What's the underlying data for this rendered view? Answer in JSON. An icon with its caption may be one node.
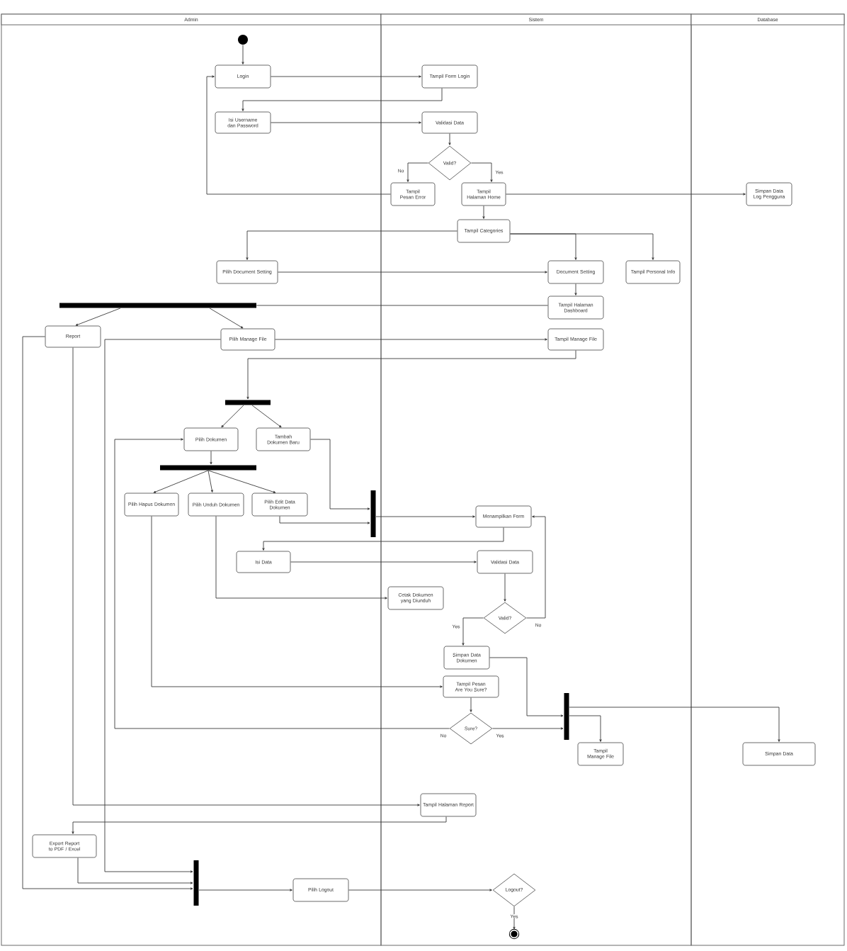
{
  "diagram": {
    "nodes": [
      {
        "text": [
          "Admin"
        ]
      },
      {
        "text": [
          "Sistem"
        ]
      },
      {
        "text": [
          "Database"
        ]
      },
      {
        "text": [],
        "shape": "circle",
        "in": 0
      },
      {
        "text": [
          "Login"
        ],
        "in": 0
      },
      {
        "text": [
          "Tampil Form Login"
        ],
        "in": 1
      },
      {
        "text": [
          "Isi Username dan Password"
        ],
        "in": 0
      },
      {
        "text": [
          "Validasi Data"
        ],
        "in": 1
      },
      {
        "text": [
          "Valid?"
        ],
        "in": 1
      },
      {
        "text": [
          "Tampil Pesan Error"
        ],
        "in": 1
      },
      {
        "text": [
          "Tampil Halaman Home"
        ],
        "in": 1
      },
      {
        "text": [
          "Simpan Data Log Pengguna"
        ],
        "in": 2
      },
      {
        "text": [
          "Tampil Categories"
        ],
        "in": 1
      },
      {
        "text": [
          "Pilih Document Setting"
        ],
        "in": 0
      },
      {
        "text": [
          "Document Setting"
        ],
        "in": 1
      },
      {
        "text": [
          "Tampil Personal Info"
        ],
        "in": 1
      },
      {
        "text": [],
        "shape": "bar",
        "in": 0
      },
      {
        "text": [
          "Tampil Halaman Dashboard"
        ],
        "in": 1
      },
      {
        "text": [
          "Report"
        ],
        "in": 0
      },
      {
        "text": [
          "Pilih Manage File"
        ],
        "in": 0
      },
      {
        "text": [
          "Tampil Manage File"
        ],
        "in": 1
      },
      {
        "text": [],
        "shape": "bar",
        "in": 0
      },
      {
        "text": [
          "Pilih Dokumen"
        ],
        "in": 0
      },
      {
        "text": [
          "Tambah Dokumen Baru"
        ],
        "in": 0
      },
      {
        "text": [],
        "shape": "bar",
        "in": 0
      },
      {
        "text": [
          "Pilih Hapus Dokumen"
        ],
        "in": 0
      },
      {
        "text": [
          "Pilih Unduh Dokumen"
        ],
        "in": 0
      },
      {
        "text": [
          "Pilih Edit Data Dokumen"
        ],
        "in": 0
      },
      {
        "text": [],
        "shape": "bar",
        "in": 0
      },
      {
        "text": [
          "Menampilkan Form"
        ],
        "in": 1
      },
      {
        "text": [
          "Isi Data"
        ],
        "in": 0
      },
      {
        "text": [
          "Validasi Data"
        ],
        "in": 1
      },
      {
        "text": [
          "Cetak Dokumen yang Diunduh"
        ],
        "in": 1
      },
      {
        "text": [
          "Valid?"
        ],
        "in": 1
      },
      {
        "text": [
          "Simpan Data Dokumen"
        ],
        "in": 1
      },
      {
        "text": [
          "Tampil Pesan Are You Sure?"
        ],
        "in": 1
      },
      {
        "text": [],
        "shape": "bar",
        "in": 1
      },
      {
        "text": [
          "Sure?"
        ],
        "in": 1
      },
      {
        "text": [
          "Tampil Manage File"
        ],
        "in": 1
      },
      {
        "text": [
          "Simpan Data"
        ],
        "in": 2
      },
      {
        "text": [
          "Tampil Halaman Report"
        ],
        "in": 1
      },
      {
        "text": [
          "Export Report to PDF / Excel"
        ],
        "in": 0
      },
      {
        "text": [],
        "shape": "bar",
        "in": 0
      },
      {
        "text": [
          "Pilih Logout"
        ],
        "in": 0
      },
      {
        "text": [
          "Logout?"
        ],
        "in": 1
      },
      {
        "text": [],
        "shape": "circle",
        "in": 1
      }
    ],
    "edges": [
      {
        "from": 3,
        "to": 4,
        "arrow": "to"
      },
      {
        "from": 4,
        "to": 5,
        "arrow": "to"
      },
      {
        "from": 5,
        "to": 6,
        "arrow": "to"
      },
      {
        "from": 6,
        "to": 7,
        "arrow": "to"
      },
      {
        "from": 7,
        "to": 8,
        "arrow": "to"
      },
      {
        "from": 8,
        "to": 9,
        "arrow": "to",
        "label": "No"
      },
      {
        "from": 8,
        "to": 10,
        "arrow": "to",
        "label": "Yes"
      },
      {
        "from": 9,
        "to": 4,
        "arrow": "to"
      },
      {
        "from": 10,
        "to": 11,
        "arrow": "to"
      },
      {
        "from": 10,
        "to": 12,
        "arrow": "to"
      },
      {
        "from": 12,
        "to": 13,
        "arrow": "to"
      },
      {
        "from": 12,
        "to": 14,
        "arrow": "to"
      },
      {
        "from": 12,
        "to": 15,
        "arrow": "to"
      },
      {
        "from": 13,
        "to": 14,
        "arrow": "to"
      },
      {
        "from": 14,
        "to": 17,
        "arrow": "to"
      },
      {
        "from": 17,
        "to": 16,
        "arrow": "none"
      },
      {
        "from": 16,
        "to": 18,
        "arrow": "to"
      },
      {
        "from": 16,
        "to": 19,
        "arrow": "to"
      },
      {
        "from": 19,
        "to": 20,
        "arrow": "to"
      },
      {
        "from": 20,
        "to": 21,
        "arrow": "to"
      },
      {
        "from": 21,
        "to": 22,
        "arrow": "to"
      },
      {
        "from": 21,
        "to": 23,
        "arrow": "to"
      },
      {
        "from": 22,
        "to": 24,
        "arrow": "to"
      },
      {
        "from": 24,
        "to": 25,
        "arrow": "to"
      },
      {
        "from": 24,
        "to": 26,
        "arrow": "to"
      },
      {
        "from": 24,
        "to": 27,
        "arrow": "to"
      },
      {
        "from": 23,
        "to": 28,
        "arrow": "to"
      },
      {
        "from": 27,
        "to": 28,
        "arrow": "to"
      },
      {
        "from": 28,
        "to": 29,
        "arrow": "to"
      },
      {
        "from": 29,
        "to": 30,
        "arrow": "to"
      },
      {
        "from": 30,
        "to": 31,
        "arrow": "to"
      },
      {
        "from": 31,
        "to": 33,
        "arrow": "to"
      },
      {
        "from": 33,
        "to": 29,
        "arrow": "to",
        "label": "No"
      },
      {
        "from": 33,
        "to": 34,
        "arrow": "to",
        "label": "Yes"
      },
      {
        "from": 34,
        "to": 36,
        "arrow": "to"
      },
      {
        "from": 26,
        "to": 32,
        "arrow": "to"
      },
      {
        "from": 25,
        "to": 35,
        "arrow": "to"
      },
      {
        "from": 35,
        "to": 37,
        "arrow": "to"
      },
      {
        "from": 37,
        "to": 22,
        "arrow": "to",
        "label": "No"
      },
      {
        "from": 37,
        "to": 36,
        "arrow": "to",
        "label": "Yes"
      },
      {
        "from": 36,
        "to": 38,
        "arrow": "to"
      },
      {
        "from": 36,
        "to": 39,
        "arrow": "to"
      },
      {
        "from": 18,
        "to": 40,
        "arrow": "to"
      },
      {
        "from": 40,
        "to": 41,
        "arrow": "to"
      },
      {
        "from": 41,
        "to": 42,
        "arrow": "to"
      },
      {
        "from": 18,
        "to": 42,
        "arrow": "to"
      },
      {
        "from": 19,
        "to": 42,
        "arrow": "to"
      },
      {
        "from": 42,
        "to": 43,
        "arrow": "to"
      },
      {
        "from": 43,
        "to": 44,
        "arrow": "to"
      },
      {
        "from": 44,
        "to": 45,
        "arrow": "to",
        "label": "Yes"
      }
    ]
  }
}
